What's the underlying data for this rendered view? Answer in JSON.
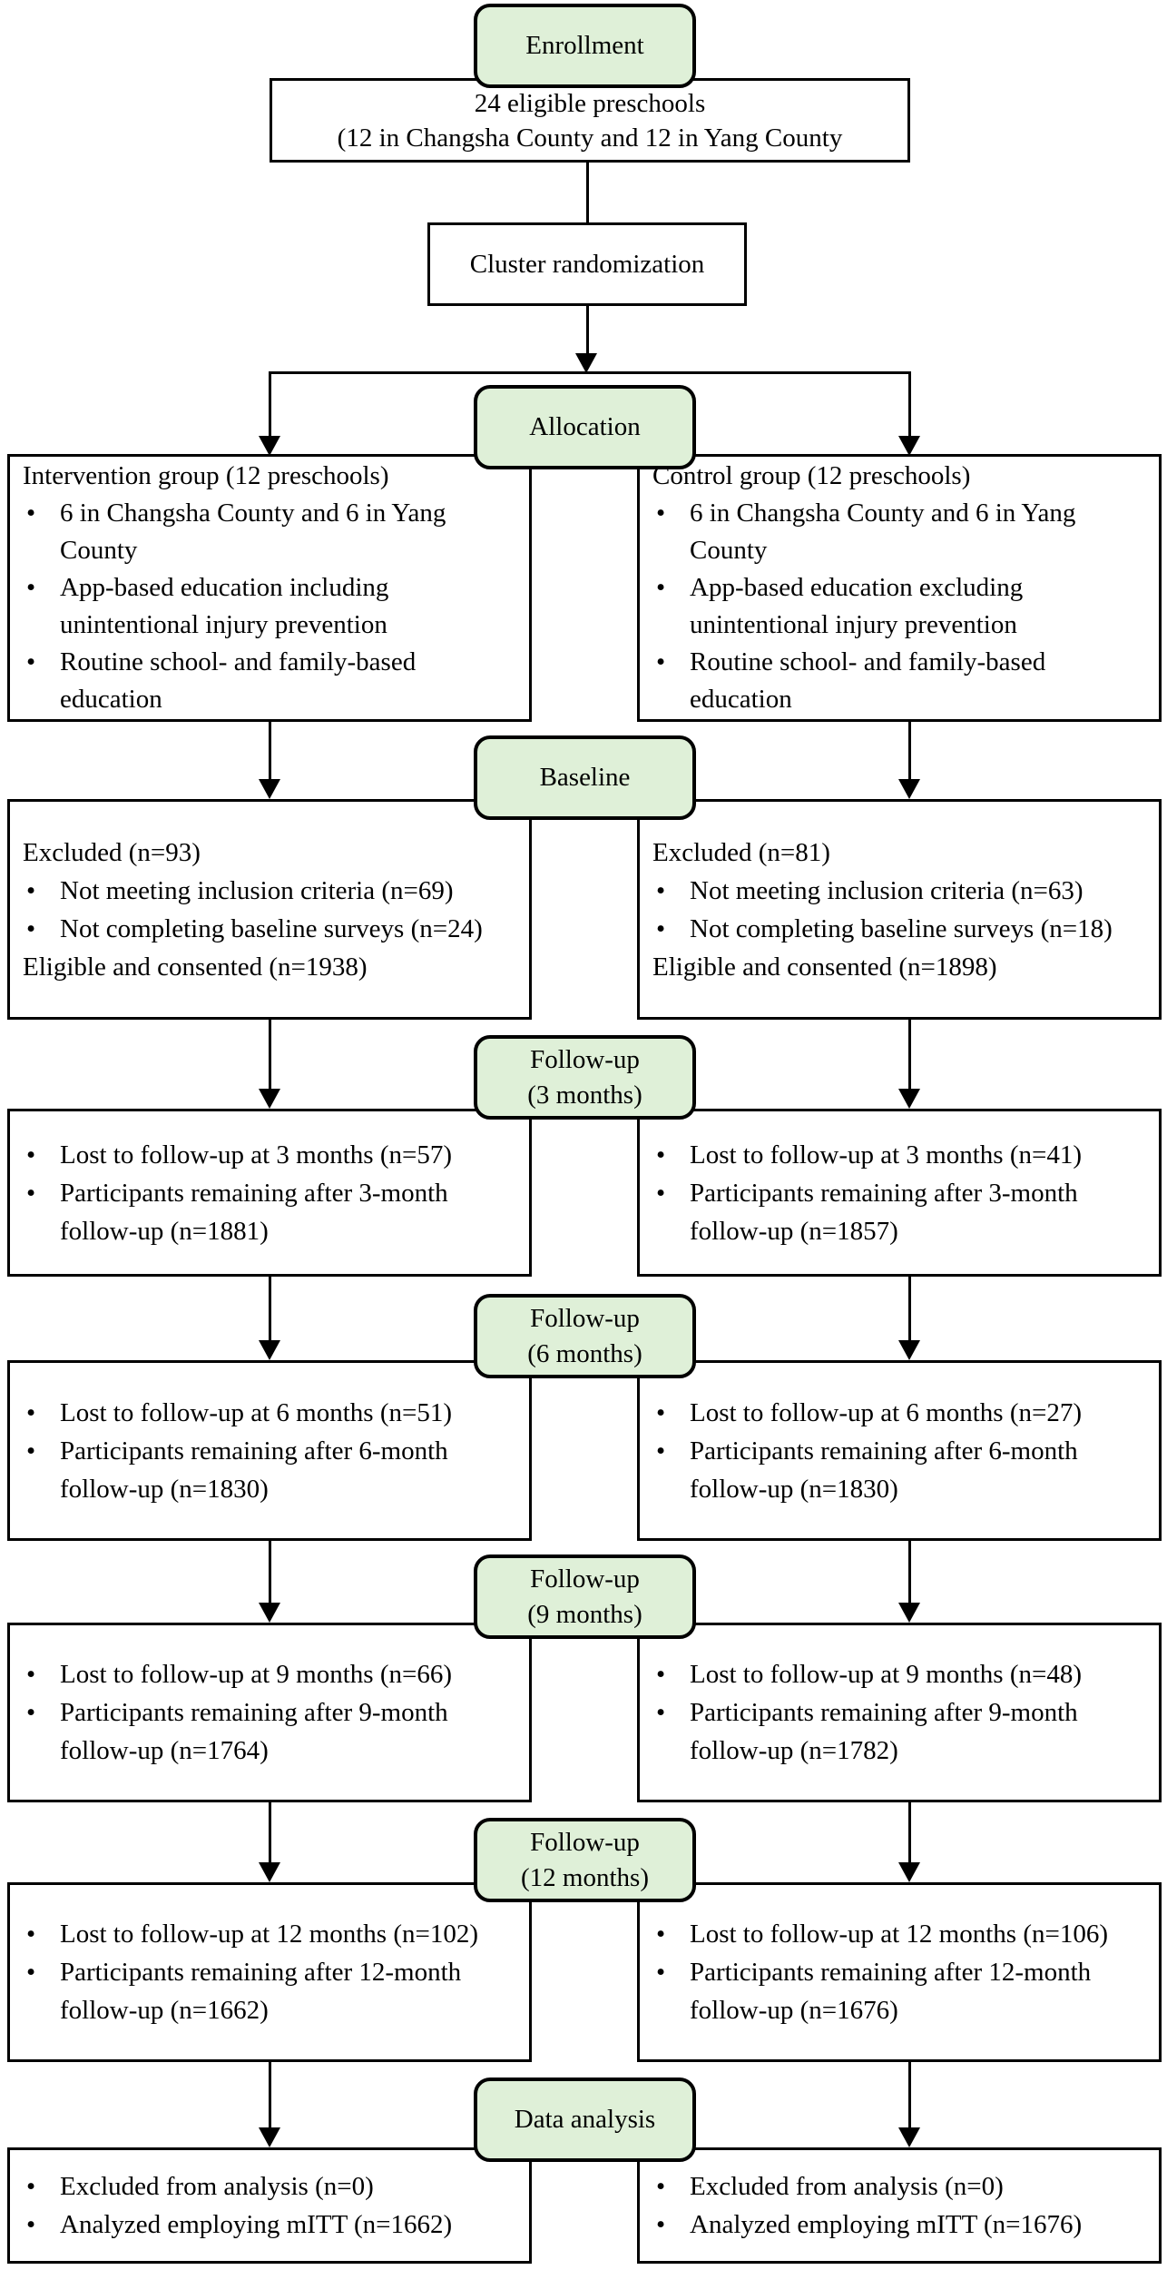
{
  "colors": {
    "stage_label_fill": "#dff0d8",
    "line_color": "#000000",
    "background": "#ffffff"
  },
  "flow": {
    "enrollment_label": [
      "Enrollment"
    ],
    "eligible_lines": [
      "24 eligible preschools",
      "(12 in Changsha County and 12 in Yang County"
    ],
    "randomization_label": [
      "Cluster randomization"
    ],
    "stages": [
      {
        "id": "allocation",
        "label_lines": [
          "Allocation"
        ],
        "left": {
          "lines": [
            {
              "text": "Intervention group (12 preschools)"
            },
            {
              "bullet": true,
              "text": "6 in Changsha County and 6 in Yang"
            },
            {
              "indent": true,
              "text": "County"
            },
            {
              "bullet": true,
              "text": "App-based education including"
            },
            {
              "indent": true,
              "text": "unintentional injury prevention"
            },
            {
              "bullet": true,
              "text": "Routine school- and family-based"
            },
            {
              "indent": true,
              "text": "education"
            }
          ]
        },
        "right": {
          "lines": [
            {
              "text": "Control group (12 preschools)"
            },
            {
              "bullet": true,
              "text": "6 in Changsha County and 6 in Yang"
            },
            {
              "indent": true,
              "text": "County"
            },
            {
              "bullet": true,
              "text": "App-based education excluding"
            },
            {
              "indent": true,
              "text": "unintentional injury prevention"
            },
            {
              "bullet": true,
              "text": "Routine school- and family-based"
            },
            {
              "indent": true,
              "text": "education"
            }
          ]
        }
      },
      {
        "id": "baseline",
        "label_lines": [
          "Baseline"
        ],
        "left": {
          "lines": [
            {
              "text": "Excluded (n=93)"
            },
            {
              "bullet": true,
              "text": "Not meeting inclusion criteria (n=69)"
            },
            {
              "bullet": true,
              "text": "Not completing baseline surveys (n=24)"
            },
            {
              "text": "Eligible and consented (n=1938)"
            }
          ]
        },
        "right": {
          "lines": [
            {
              "text": "Excluded (n=81)"
            },
            {
              "bullet": true,
              "text": "Not meeting inclusion criteria (n=63)"
            },
            {
              "bullet": true,
              "text": "Not completing baseline surveys (n=18)"
            },
            {
              "text": "Eligible and consented (n=1898)"
            }
          ]
        }
      },
      {
        "id": "followup-3-months",
        "label_lines": [
          "Follow-up",
          "(3 months)"
        ],
        "left": {
          "lines": [
            {
              "bullet": true,
              "text": "Lost to follow-up at 3 months (n=57)"
            },
            {
              "bullet": true,
              "text": "Participants remaining after 3-month"
            },
            {
              "indent": true,
              "text": "follow-up (n=1881)"
            }
          ]
        },
        "right": {
          "lines": [
            {
              "bullet": true,
              "text": "Lost to follow-up at 3 months (n=41)"
            },
            {
              "bullet": true,
              "text": "Participants remaining after 3-month"
            },
            {
              "indent": true,
              "text": "follow-up (n=1857)"
            }
          ]
        }
      },
      {
        "id": "followup-6-months",
        "label_lines": [
          "Follow-up",
          "(6 months)"
        ],
        "left": {
          "lines": [
            {
              "bullet": true,
              "text": "Lost to follow-up at 6 months (n=51)"
            },
            {
              "bullet": true,
              "text": "Participants remaining after 6-month"
            },
            {
              "indent": true,
              "text": "follow-up (n=1830)"
            }
          ]
        },
        "right": {
          "lines": [
            {
              "bullet": true,
              "text": "Lost to follow-up at 6 months (n=27)"
            },
            {
              "bullet": true,
              "text": "Participants remaining after 6-month"
            },
            {
              "indent": true,
              "text": "follow-up (n=1830)"
            }
          ]
        }
      },
      {
        "id": "followup-9-months",
        "label_lines": [
          "Follow-up",
          "(9 months)"
        ],
        "left": {
          "lines": [
            {
              "bullet": true,
              "text": "Lost to follow-up at 9 months (n=66)"
            },
            {
              "bullet": true,
              "text": "Participants remaining after 9-month"
            },
            {
              "indent": true,
              "text": "follow-up (n=1764)"
            }
          ]
        },
        "right": {
          "lines": [
            {
              "bullet": true,
              "text": "Lost to follow-up at 9 months (n=48)"
            },
            {
              "bullet": true,
              "text": "Participants remaining after 9-month"
            },
            {
              "indent": true,
              "text": "follow-up (n=1782)"
            }
          ]
        }
      },
      {
        "id": "followup-12-months",
        "label_lines": [
          "Follow-up",
          "(12 months)"
        ],
        "left": {
          "lines": [
            {
              "bullet": true,
              "text": "Lost to follow-up at 12 months (n=102)"
            },
            {
              "bullet": true,
              "text": "Participants remaining after 12-month"
            },
            {
              "indent": true,
              "text": "follow-up (n=1662)"
            }
          ]
        },
        "right": {
          "lines": [
            {
              "bullet": true,
              "text": "Lost to follow-up at 12 months (n=106)"
            },
            {
              "bullet": true,
              "text": "Participants remaining after 12-month"
            },
            {
              "indent": true,
              "text": "follow-up (n=1676)"
            }
          ]
        }
      },
      {
        "id": "data-analysis",
        "label_lines": [
          "Data analysis"
        ],
        "left": {
          "lines": [
            {
              "bullet": true,
              "text": "Excluded from analysis (n=0)"
            },
            {
              "bullet": true,
              "text": "Analyzed employing mITT (n=1662)"
            }
          ]
        },
        "right": {
          "lines": [
            {
              "bullet": true,
              "text": "Excluded from analysis (n=0)"
            },
            {
              "bullet": true,
              "text": "Analyzed employing mITT (n=1676)"
            }
          ]
        }
      }
    ]
  }
}
